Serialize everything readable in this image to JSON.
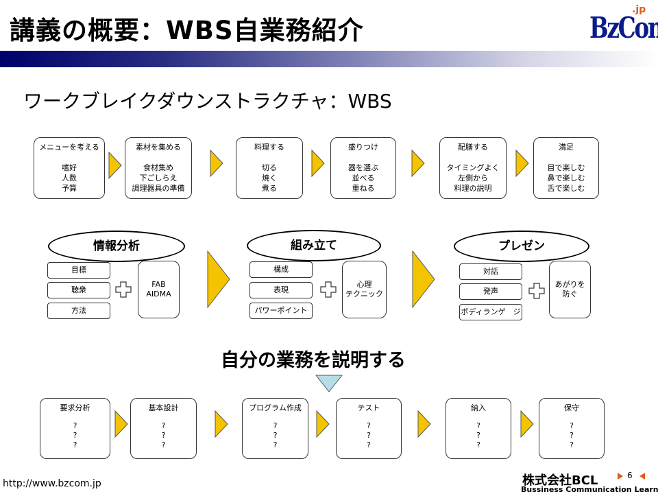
{
  "slide": {
    "title": "講義の概要：WBS自業務紹介",
    "logo_main": "BzCom",
    "logo_sub": ".jp",
    "heading": "ワークブレイクダウンストラクチャ：WBS",
    "colors": {
      "accent_yellow": "#f5c400",
      "title_bar": "#00006a",
      "triangle": "#b5dde8",
      "logo": "#0b1b8c",
      "logo_sub": "#e35b14"
    }
  },
  "row1": [
    {
      "title": "メニューを考える",
      "lines": [
        "嗜好",
        "人数",
        "予算"
      ]
    },
    {
      "title": "素材を集める",
      "lines": [
        "食材集め",
        "下ごしらえ",
        "調理器具の準備"
      ]
    },
    {
      "title": "料理する",
      "lines": [
        "切る",
        "焼く",
        "煮る"
      ]
    },
    {
      "title": "盛りつけ",
      "lines": [
        "器を選ぶ",
        "並べる",
        "重ねる"
      ]
    },
    {
      "title": "配膳する",
      "lines": [
        "タイミングよく",
        "左側から",
        "料理の説明"
      ]
    },
    {
      "title": "満足",
      "lines": [
        "目で楽しむ",
        "鼻で楽しむ",
        "舌で楽しむ"
      ]
    }
  ],
  "row2": [
    {
      "heading": "情報分析",
      "items": [
        "目標",
        "聴衆",
        "方法"
      ],
      "result": [
        "FAB",
        "AIDMA"
      ]
    },
    {
      "heading": "組み立て",
      "items": [
        "構成",
        "表現",
        "パワーポイント"
      ],
      "result": [
        "心理",
        "テクニック"
      ]
    },
    {
      "heading": "プレゼン",
      "items": [
        "対話",
        "発声",
        "ボディランゲ　ジ"
      ],
      "result": [
        "あがりを",
        "防ぐ"
      ]
    }
  ],
  "explain": "自分の業務を説明する",
  "row3": [
    {
      "title": "要求分析",
      "lines": [
        "?",
        "?",
        "?"
      ]
    },
    {
      "title": "基本設計",
      "lines": [
        "?",
        "?",
        "?"
      ]
    },
    {
      "title": "プログラム作成",
      "lines": [
        "?",
        "?",
        "?"
      ]
    },
    {
      "title": "テスト",
      "lines": [
        "?",
        "?",
        "?"
      ]
    },
    {
      "title": "納入",
      "lines": [
        "?",
        "?",
        "?"
      ]
    },
    {
      "title": "保守",
      "lines": [
        "?",
        "?",
        "?"
      ]
    }
  ],
  "footer": {
    "url": "http://www.bzcom.jp",
    "company": "株式会社BCL",
    "company_sub": "Bussiness Communication Learning",
    "page": "6"
  }
}
